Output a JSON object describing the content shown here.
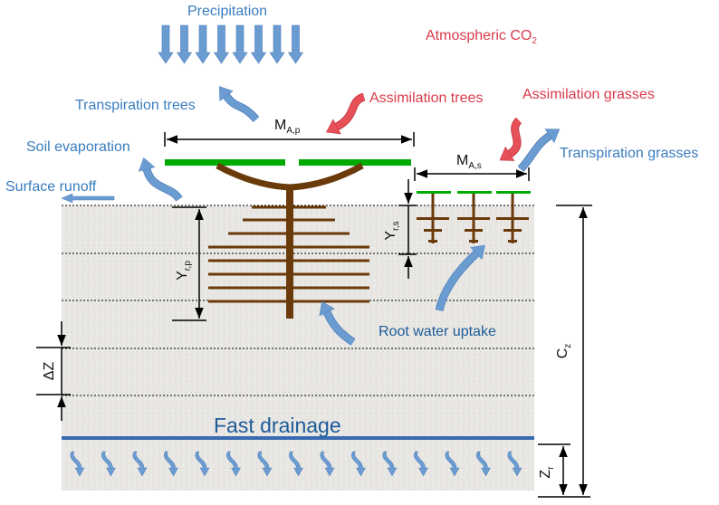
{
  "labels": {
    "precipitation": "Precipitation",
    "atmospheric_co2_main": "Atmospheric CO",
    "atmospheric_co2_sub": "2",
    "transpiration_trees": "Transpiration trees",
    "assimilation_trees": "Assimilation trees",
    "assimilation_grasses": "Assimilation grasses",
    "transpiration_grasses": "Transpiration grasses",
    "soil_evaporation": "Soil evaporation",
    "surface_runoff": "Surface runoff",
    "root_water_uptake": "Root water uptake",
    "fast_drainage": "Fast drainage"
  },
  "symbols": {
    "ma_p_main": "M",
    "ma_p_sub": "A,p",
    "ma_s_main": "M",
    "ma_s_sub": "A,s",
    "yr_p_main": "Y",
    "yr_p_sub": "r,p",
    "yr_s_main": "Y",
    "yr_s_sub": "r,s",
    "delta_z": "ΔZ",
    "cz_main": "C",
    "cz_sub": "z",
    "zr_main": "Z",
    "zr_sub": "r"
  },
  "colors": {
    "water_blue": "#6a9bd1",
    "co2_red": "#e85058",
    "canopy_green": "#00aa00",
    "root_brown": "#6b3a0a",
    "soil_grey": "#e8e6e3",
    "drainage_line": "#3a6bb0"
  },
  "counts": {
    "precipitation_arrows": 8,
    "drainage_arrows": 15,
    "grass_plants": 3,
    "soil_layer_lines": 5
  }
}
